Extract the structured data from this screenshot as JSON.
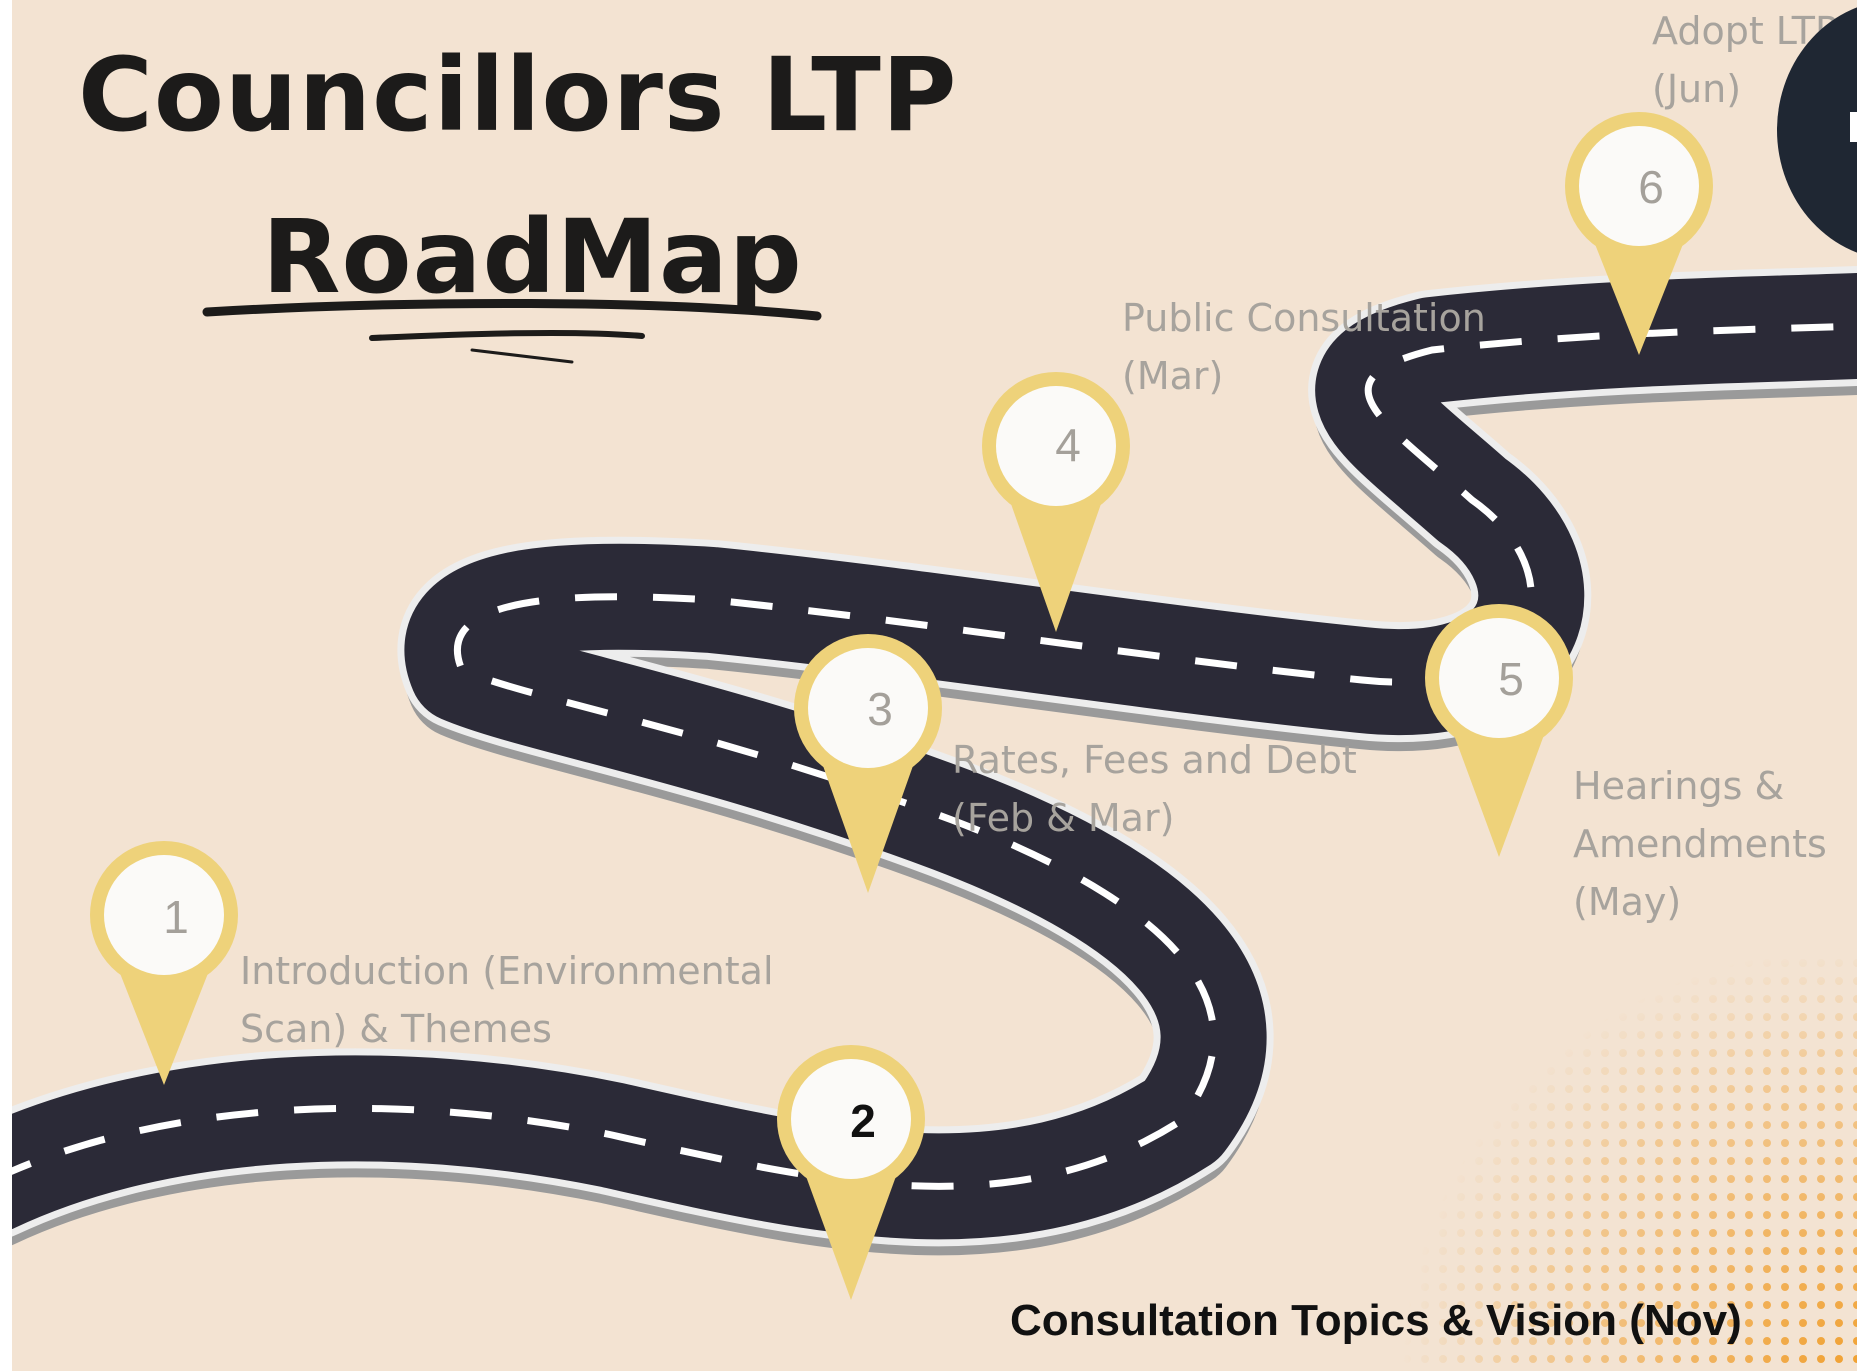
{
  "title": {
    "line1": "Councillors LTP",
    "line2": "RoadMap"
  },
  "colors": {
    "background": "#f3e3d2",
    "road": "#2b2a37",
    "pin": "#eed27a",
    "active_text": "#111111",
    "inactive_text": "#a7a39d",
    "dots": "#f0a030"
  },
  "milestones": [
    {
      "number": "1",
      "label_lines": [
        "Introduction (Environmental",
        "Scan) & Themes"
      ],
      "active": false
    },
    {
      "number": "2",
      "label_lines": [
        "Consultation Topics & Vision (Nov)"
      ],
      "active": true
    },
    {
      "number": "3",
      "label_lines": [
        "Rates, Fees and Debt",
        "(Feb & Mar)"
      ],
      "active": false
    },
    {
      "number": "4",
      "label_lines": [
        "Public Consultation",
        "(Mar)"
      ],
      "active": false
    },
    {
      "number": "5",
      "label_lines": [
        "Hearings &",
        "Amendments",
        "(May)"
      ],
      "active": false
    },
    {
      "number": "6",
      "label_lines": [
        "Adopt LTP",
        "(Jun)"
      ],
      "active": false
    }
  ]
}
